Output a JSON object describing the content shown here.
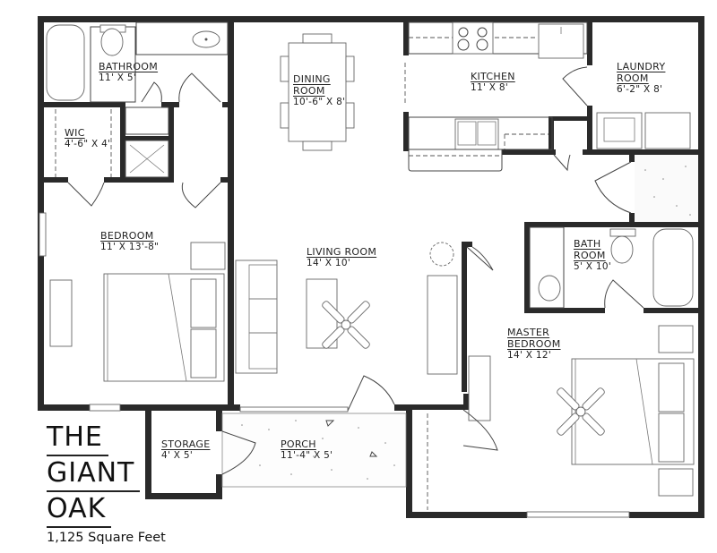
{
  "plan": {
    "title_lines": [
      "THE",
      "GIANT",
      "OAK"
    ],
    "square_feet": "1,125 Square Feet"
  },
  "rooms": {
    "bathroom": {
      "name": "BATHROOM",
      "dim": "11' X 5'"
    },
    "wic": {
      "name": "WIC",
      "dim": "4'-6\" X 4'"
    },
    "dining": {
      "name_line1": "DINING",
      "name_line2": "ROOM",
      "dim": "10'-6\" X 8'"
    },
    "kitchen": {
      "name": "KITCHEN",
      "dim": "11' X 8'"
    },
    "laundry": {
      "name_line1": "LAUNDRY",
      "name_line2": "ROOM",
      "dim": "6'-2\" X 8'"
    },
    "bedroom": {
      "name": "BEDROOM",
      "dim": "11' X 13'-8\""
    },
    "living": {
      "name": "LIVING ROOM",
      "dim": "14' X 10'"
    },
    "bath2": {
      "name_line1": "BATH",
      "name_line2": "ROOM",
      "dim": "5' X 10'"
    },
    "master": {
      "name_line1": "MASTER",
      "name_line2": "BEDROOM",
      "dim": "14' X 12'"
    },
    "storage": {
      "name": "STORAGE",
      "dim": "4' X 5'"
    },
    "porch": {
      "name": "PORCH",
      "dim": "11'-4\" X 5'"
    }
  },
  "colors": {
    "wall": "#2a2a2a",
    "line": "#444444",
    "background": "#ffffff"
  }
}
